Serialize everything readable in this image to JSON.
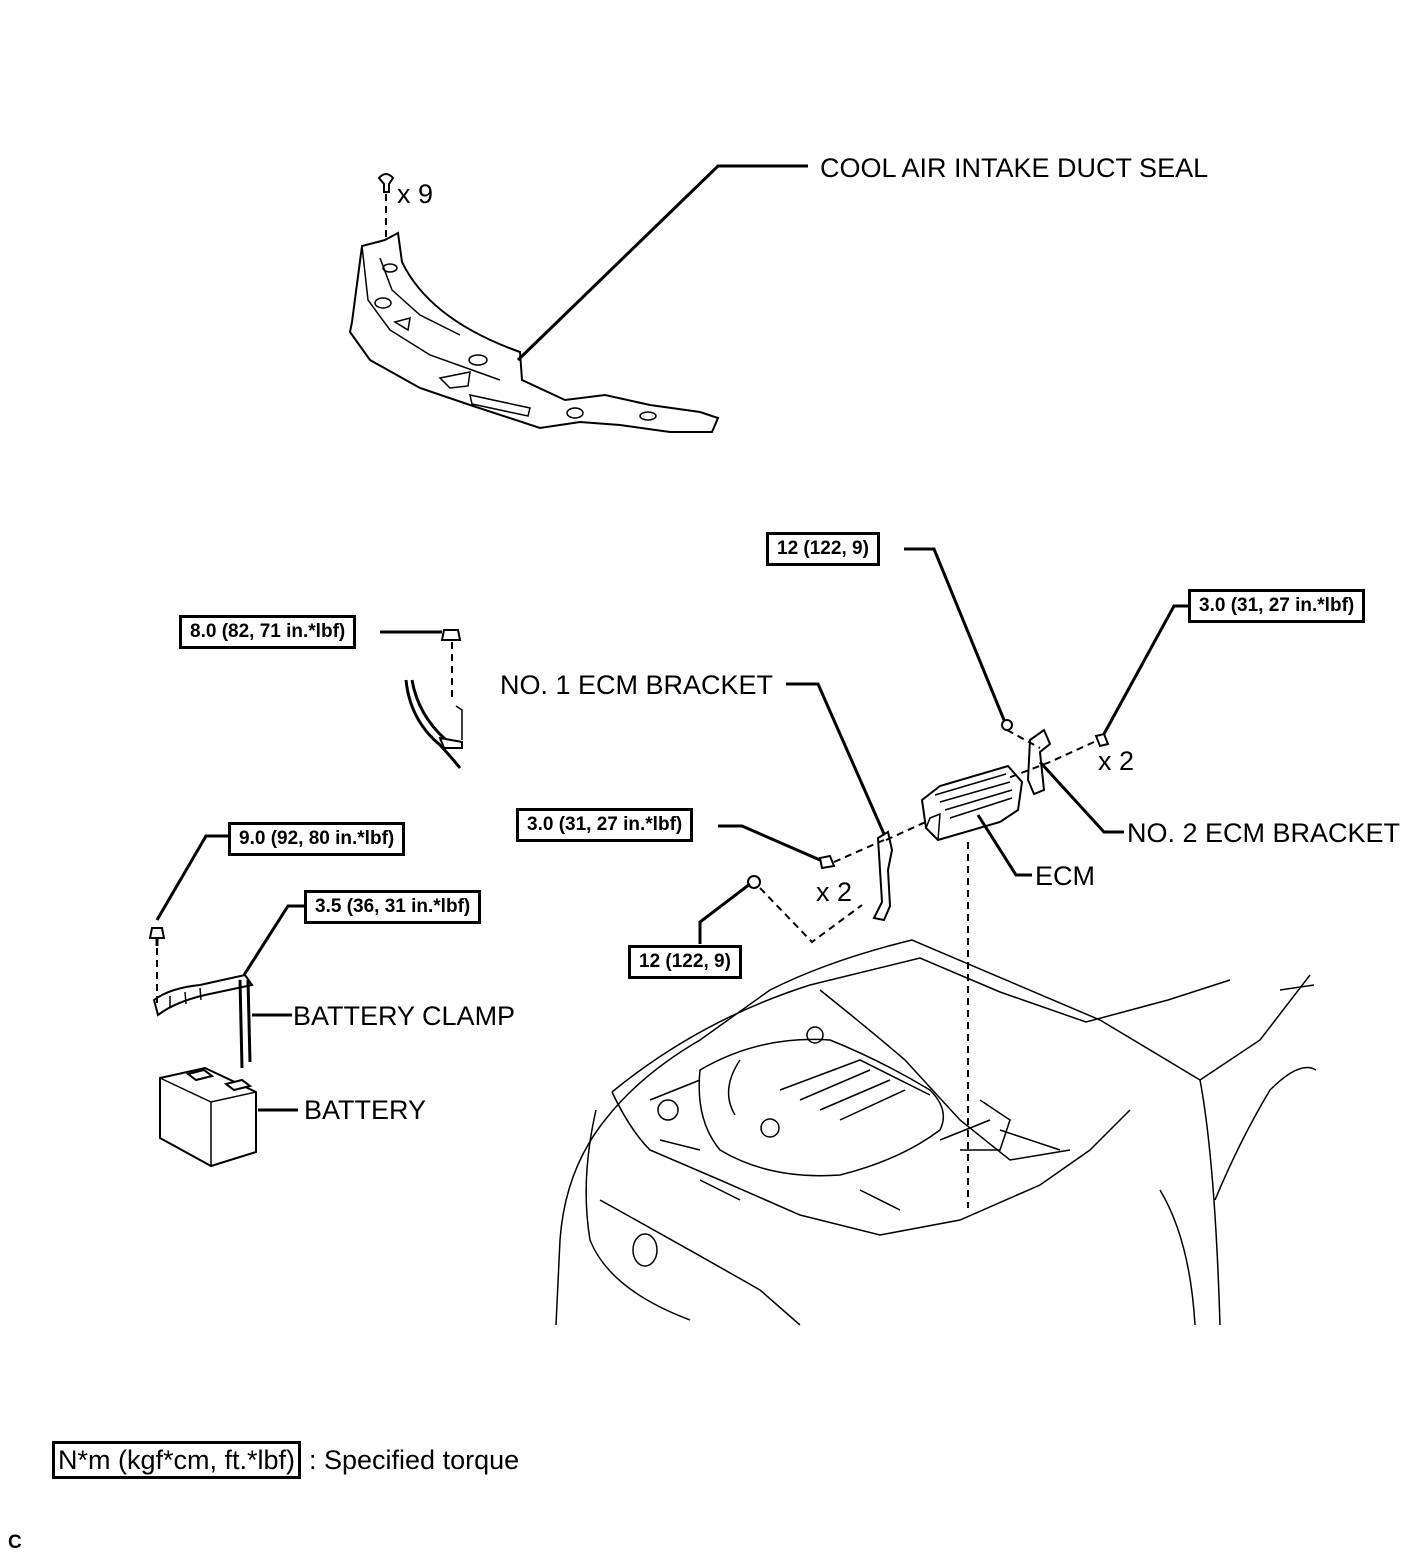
{
  "labels": {
    "cool_air_intake_duct_seal": "COOL AIR INTAKE DUCT SEAL",
    "no1_ecm_bracket": "NO. 1 ECM BRACKET",
    "no2_ecm_bracket": "NO. 2 ECM BRACKET",
    "ecm": "ECM",
    "battery_clamp": "BATTERY CLAMP",
    "battery": "BATTERY"
  },
  "quantities": {
    "clips": "x 9",
    "bolts_right": "x 2",
    "bolts_left": "x 2"
  },
  "torques": {
    "bracket_nut_top": "12 (122, 9)",
    "bracket_bolt_right": "3.0 (31, 27 in.*lbf)",
    "terminal_nut": "8.0 (82, 71 in.*lbf)",
    "bracket_bolt_left": "3.0 (31, 27 in.*lbf)",
    "clamp_bolt": "9.0 (92, 80 in.*lbf)",
    "clamp_nut": "3.5 (36, 31 in.*lbf)",
    "bracket_nut_bottom": "12 (122, 9)"
  },
  "legend": {
    "box": "N*m (kgf*cm, ft.*lbf)",
    "text": ": Specified torque"
  },
  "corner_mark": "C"
}
